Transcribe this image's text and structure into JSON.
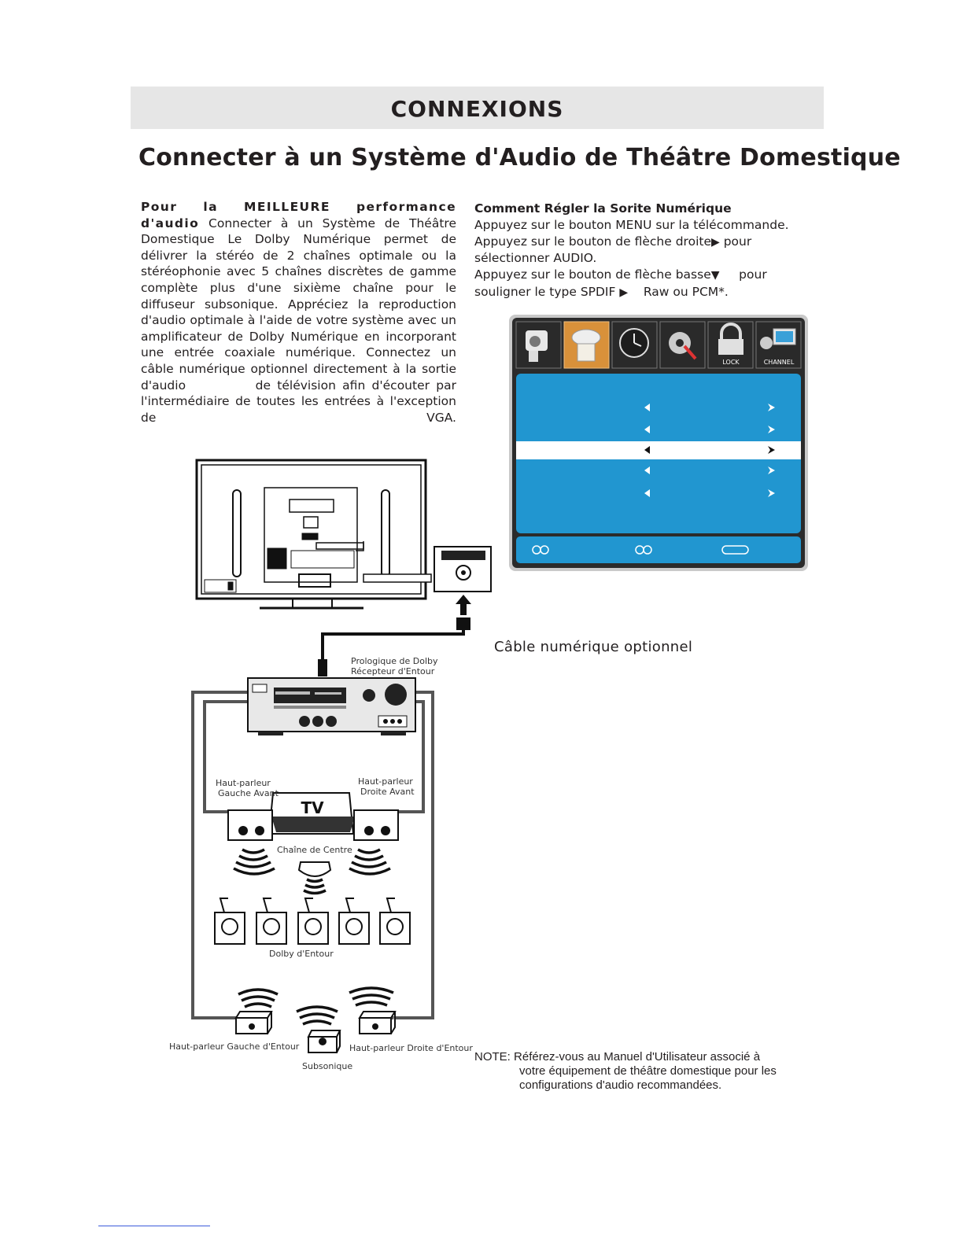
{
  "header": {
    "section_title": "CONNEXIONS"
  },
  "page_title": "Connecter à un Système d'Audio de Théâtre Domestique",
  "left_column": {
    "heading": "Pour la MEILLEURE performance d'audio",
    "body": "Connecter à un Système de Théâtre Domestique Le Dolby Numérique permet de délivrer la stéréo de 2 chaînes optimale ou la stéréophonie avec 5 chaînes discrètes de gamme complète plus d'une sixième chaîne pour le diffuseur subsonique. Appréciez la reproduction d'audio optimale à l'aide de votre système avec un amplificateur de Dolby Numérique en incorporant une entrée coaxiale numérique. Connectez un câble numérique optionnel directement à la sortie d'audio",
    "body_end": "de télévision afin d'écouter par l'intermédiaire de toutes les entrées à l'exception de VGA."
  },
  "right_column": {
    "heading": "Comment Régler la Sorite Numérique",
    "step1": "Appuyez sur le bouton MENU sur la télécommande.",
    "step2a": "Appuyez sur le bouton de flèche droite",
    "step2b": "pour sélectionner AUDIO.",
    "step3a": "Appuyez sur le bouton de flèche basse",
    "step3b": "pour souligner le type SPDIF",
    "step3c": "Raw ou PCM*."
  },
  "menu": {
    "tabs": [
      "",
      "",
      "",
      "",
      "LOCK",
      "CHANNEL"
    ],
    "selected_tab": 1
  },
  "diagram_labels": {
    "cable": "Câble numérique optionnel",
    "receiver_line1": "Prologique de Dolby",
    "receiver_line2": "Récepteur d'Entour",
    "front_left_1": "Haut-parleur",
    "front_left_2": "Gauche Avant",
    "front_right_1": "Haut-parleur",
    "front_right_2": "Droite Avant",
    "tv": "TV",
    "center": "Chaîne de Centre",
    "surround": "Dolby d'Entour",
    "rear_left": "Haut-parleur Gauche d'Entour",
    "rear_right": "Haut-parleur Droite d'Entour",
    "subwoofer": "Subsonique"
  },
  "note": {
    "prefix": "NOTE:",
    "line1": "Référez-vous au Manuel d'Utilisateur associé à",
    "line2": "votre équipement de théâtre domestique pour les",
    "line3": "configurations d'audio recommandées."
  },
  "colors": {
    "menu_blue": "#2196d0",
    "menu_frame": "#2b2b2b",
    "selected_tab": "#d9913a",
    "header_band": "#e6e6e6"
  }
}
